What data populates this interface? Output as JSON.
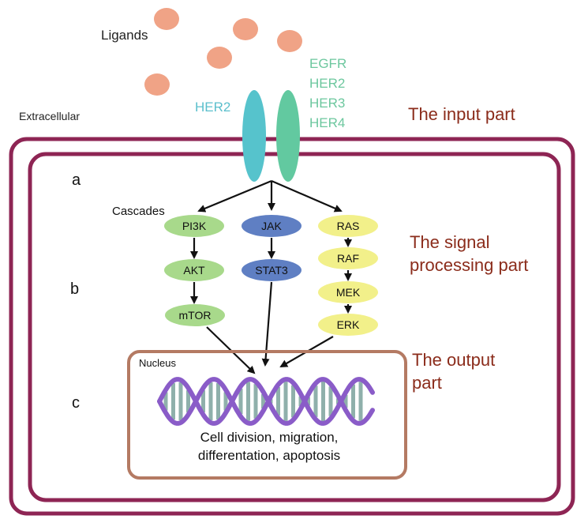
{
  "labels": {
    "ligands": "Ligands",
    "extracellular": "Extracellular",
    "her2_left": "HER2",
    "receptors": [
      "EGFR",
      "HER2",
      "HER3",
      "HER4"
    ],
    "input_part": "The input part",
    "signal_part_line1": "The signal",
    "signal_part_line2": "processing part",
    "output_part_line1": "The output",
    "output_part_line2": "part",
    "a": "a",
    "b": "b",
    "c": "c",
    "cascades": "Cascades",
    "nucleus": "Nucleus",
    "outcome_line1": "Cell division, migration,",
    "outcome_line2": "differentation, apoptosis"
  },
  "pathways": {
    "pi3k": [
      "PI3K",
      "AKT",
      "mTOR"
    ],
    "jak": [
      "JAK",
      "STAT3"
    ],
    "ras": [
      "RAS",
      "RAF",
      "MEK",
      "ERK"
    ]
  },
  "colors": {
    "membrane": "#8e2554",
    "part_title": "#8b2c1b",
    "ligand": "#f0a386",
    "her2_receptor": "#56c3cc",
    "egfr_receptor": "#62c9a0",
    "her2_text": "#5bbfcc",
    "egfr_text": "#6cc79e",
    "pi3k_node": "#a8d98b",
    "jak_node": "#5f7fc3",
    "ras_node": "#f2f08a",
    "nucleus_border": "#b47a63",
    "dna_strand": "#8a5cc8",
    "dna_rung": "#8fb0ab"
  }
}
